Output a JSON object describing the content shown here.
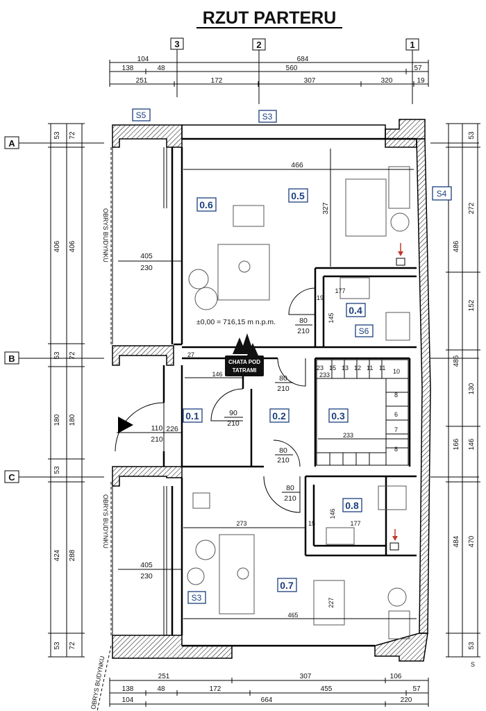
{
  "title": "RZUT PARTERU",
  "axes_h": [
    {
      "label": "A"
    },
    {
      "label": "B"
    },
    {
      "label": "C"
    }
  ],
  "axes_v": [
    {
      "label": "3"
    },
    {
      "label": "2"
    },
    {
      "label": "1"
    }
  ],
  "top_dims": {
    "row1": [
      "104",
      "684"
    ],
    "row2": [
      "138",
      "48",
      "560",
      "57"
    ],
    "row3": [
      "251",
      "172",
      "307",
      "320",
      "19"
    ]
  },
  "bottom_dims": {
    "row1": [
      "251",
      "307",
      "106"
    ],
    "row2": [
      "138",
      "48",
      "172",
      "455",
      "57"
    ],
    "row3": [
      "104",
      "664",
      "220"
    ]
  },
  "left_dims": {
    "outer": [
      "53",
      "406",
      "53",
      "180",
      "53",
      "424",
      "53"
    ],
    "inner": [
      "72",
      "406",
      "72",
      "180",
      "288",
      "72"
    ]
  },
  "right_dims": {
    "outer": [
      "53",
      "486",
      "486",
      "484",
      "53"
    ],
    "inner": [
      "272",
      "152",
      "130",
      "166",
      "146",
      "470"
    ]
  },
  "rooms": [
    {
      "id": "0.6"
    },
    {
      "id": "0.5"
    },
    {
      "id": "0.4"
    },
    {
      "id": "0.1"
    },
    {
      "id": "0.2"
    },
    {
      "id": "0.3"
    },
    {
      "id": "0.8"
    },
    {
      "id": "0.7"
    }
  ],
  "tags": [
    "S5",
    "S3",
    "S4",
    "S6",
    "S3"
  ],
  "labels": {
    "obrys_1": "OBRYS BUDYNKU",
    "obrys_2": "OBRYS BUDYNKU",
    "obrys_3": "OBRYS BUDYNKU",
    "level": "±0,00 = 716,15 m n.p.m.",
    "w466": "466",
    "h327": "327",
    "w405a": "405",
    "w230a": "230",
    "w405b": "405",
    "w230b": "230",
    "d80_210_a": [
      "80",
      "210"
    ],
    "d80_210_b": [
      "80",
      "210"
    ],
    "d90_210": [
      "90",
      "210"
    ],
    "d110_210": [
      "110",
      "210"
    ],
    "d80_210_c": [
      "80",
      "210"
    ],
    "d80_210_d": [
      "80",
      "210"
    ],
    "d226": "226",
    "d146": "146",
    "d27": "27",
    "d177a": "177",
    "d145": "145",
    "d233a": "233",
    "d233b": "233",
    "d273": "273",
    "d465": "465",
    "d177b": "177",
    "d146b": "146",
    "d15": "15",
    "d19": "19",
    "d227": "227",
    "stairs_top": [
      "23",
      "15",
      "13",
      "12",
      "11",
      "11"
    ],
    "stairs_right": [
      "10",
      "8",
      "6",
      "7",
      "8"
    ]
  },
  "logo": {
    "line1": "CHATA POD",
    "line2": "TATRAMI"
  }
}
